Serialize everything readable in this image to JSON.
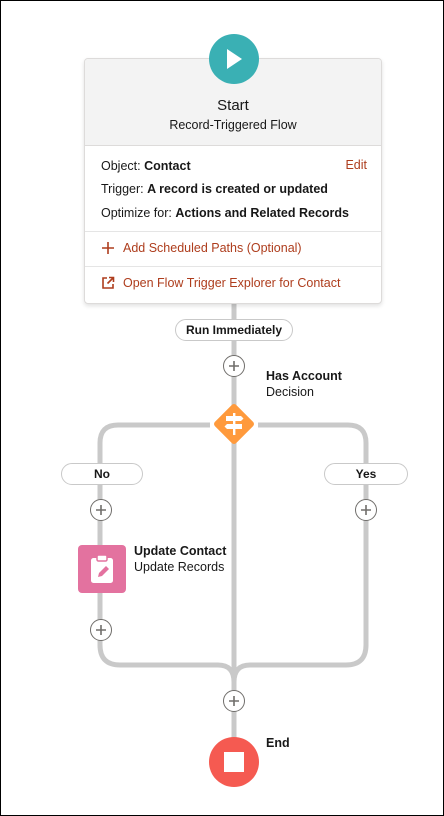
{
  "start": {
    "title": "Start",
    "subtitle": "Record-Triggered Flow",
    "object_label": "Object:",
    "object_value": "Contact",
    "edit_label": "Edit",
    "trigger_label": "Trigger:",
    "trigger_value": "A record is created or updated",
    "optimize_label": "Optimize for:",
    "optimize_value": "Actions and Related Records",
    "add_paths_label": "Add Scheduled Paths (Optional)",
    "open_explorer_label": "Open Flow Trigger Explorer for Contact"
  },
  "run_immediately_label": "Run Immediately",
  "decision": {
    "title": "Has Account",
    "subtitle": "Decision"
  },
  "branches": {
    "no_label": "No",
    "yes_label": "Yes"
  },
  "update": {
    "title": "Update Contact",
    "subtitle": "Update Records"
  },
  "end_label": "End",
  "colors": {
    "start": "#3ab0b4",
    "decision": "#ff9a3c",
    "update": "#e3729f",
    "end": "#f55a51",
    "link": "#ae3d1d",
    "connector": "#c9c9c9"
  },
  "icons": {
    "start": "play-icon",
    "add_paths": "plus-icon",
    "open_explorer": "external-link-icon",
    "decision": "signpost-icon",
    "update": "clipboard-edit-icon",
    "end": "stop-icon",
    "add_element": "plus-circle-icon"
  }
}
